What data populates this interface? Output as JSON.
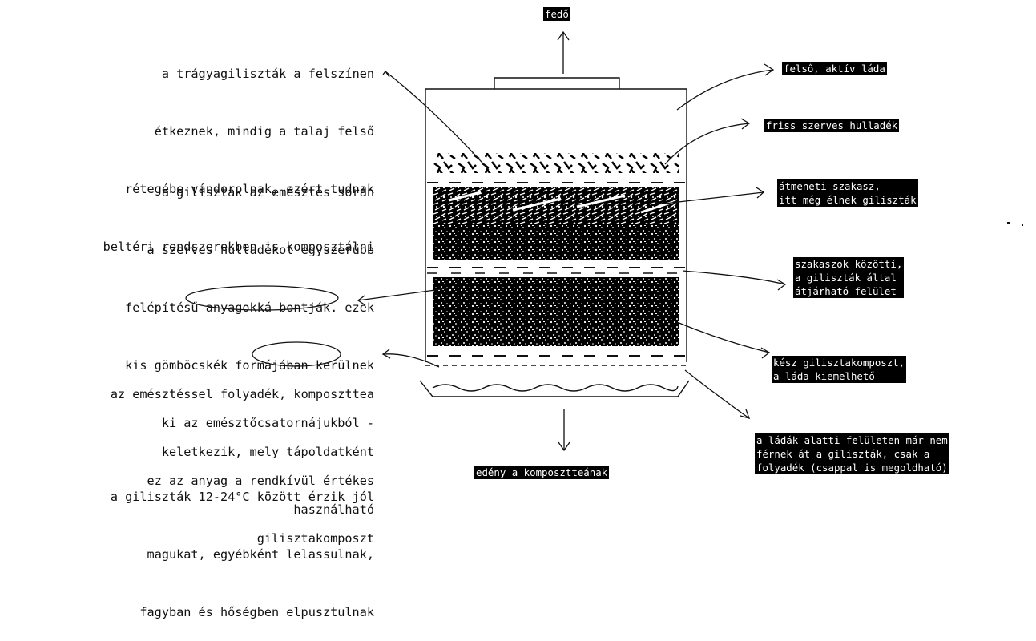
{
  "left_notes": {
    "surface": [
      "a trágyagiliszták a felszínen",
      "étkeznek, mindig a talaj felső",
      "rétegébe vándorolnak, ezért tudnak",
      "beltéri rendszerekben is komposztálni"
    ],
    "digestion": [
      "a giliszták az emésztés során",
      "a szerves hulladékot egyszerűbb",
      "felépítésű anyagokká bontják. ezek",
      "kis gömböcskék formájában kerülnek",
      "ki az emésztőcsatornájukból -",
      "ez az anyag a rendkívül értékes",
      "gilisztakomposzt"
    ],
    "liquid": [
      "az emésztéssel folyadék, komposzttea",
      "keletkezik, mely tápoldatként",
      "használható"
    ],
    "temperature": [
      "a giliszták 12-24°C között érzik jól",
      "magukat, egyébként lelassulnak,",
      "fagyban és hőségben elpusztulnak"
    ]
  },
  "labels": {
    "lid": "fedő",
    "top_box": "felső, aktív láda",
    "fresh_waste": "friss szerves hulladék",
    "transition": [
      "átmeneti szakasz,",
      "itt még élnek giliszták"
    ],
    "between_layers": [
      "szakaszok közötti,",
      "a giliszták által",
      "átjárható felület"
    ],
    "finished": [
      "kész gilisztakomposzt,",
      "a láda kiemelhető"
    ],
    "bottom_surface": [
      "a ládák alatti felületen már nem",
      "férnek át a giliszták, csak a",
      "folyadék (csappal is megoldható)"
    ],
    "tea_vessel": "edény a komposztteának"
  },
  "colors": {
    "ink": "#111111",
    "tag_bg": "#000000",
    "tag_text": "#ffffff"
  }
}
